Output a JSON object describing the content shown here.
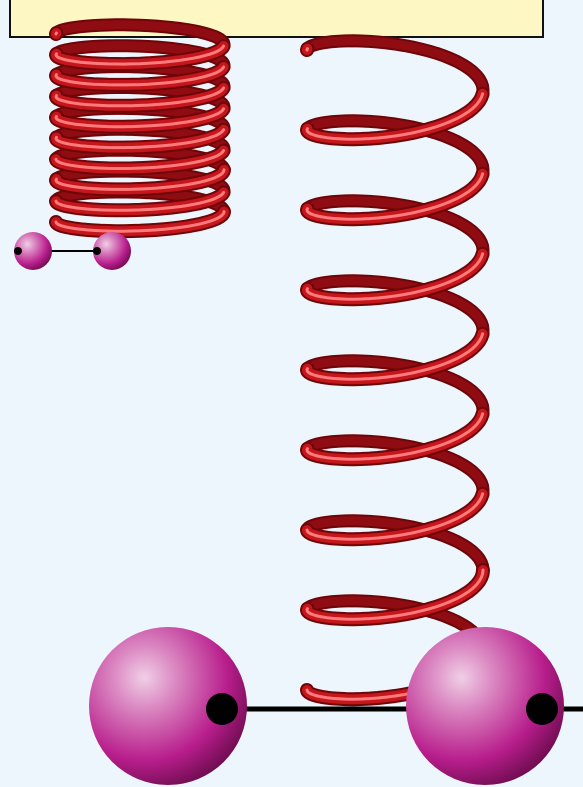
{
  "diagram": {
    "colors": {
      "background": "#eef6fd",
      "ceiling": "#fdf7c3",
      "spring": "#c4161c",
      "spring_highlight": "#ff7a7a",
      "spring_shadow": "#6e0508",
      "mass": "#b81e8c",
      "mass_highlight": "#ecc3e2",
      "rod": "#000000"
    },
    "springs": [
      {
        "name": "compressed",
        "turns": 9,
        "state": "compressed"
      },
      {
        "name": "stretched",
        "turns": 8,
        "state": "stretched"
      }
    ],
    "masses": [
      {
        "name": "small-pair",
        "count": 2,
        "size": "small"
      },
      {
        "name": "large-pair",
        "count": 2,
        "size": "large"
      }
    ]
  }
}
